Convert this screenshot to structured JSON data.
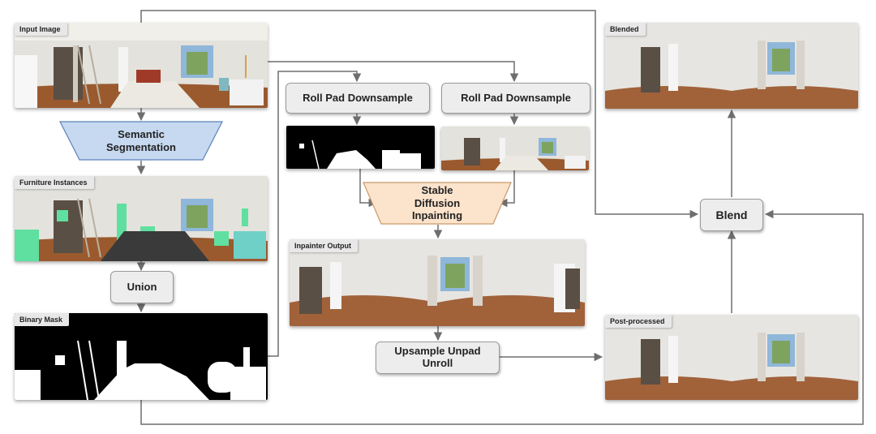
{
  "labels": {
    "input_image": "Input Image",
    "furniture_instances": "Furniture Instances",
    "binary_mask": "Binary Mask",
    "inpainter_output": "Inpainter Output",
    "blended": "Blended",
    "post_processed": "Post-processed"
  },
  "nodes": {
    "semantic_segmentation": [
      "Semantic",
      "Segmentation"
    ],
    "union": "Union",
    "roll_pad_left": "Roll Pad Downsample",
    "roll_pad_right": "Roll Pad Downsample",
    "stable_diffusion": [
      "Stable",
      "Diffusion",
      "Inpainting"
    ],
    "upsample": [
      "Upsample Unpad",
      "Unroll"
    ],
    "blend": "Blend"
  },
  "colors": {
    "segmentation_fill": "#c6d9f1",
    "segmentation_stroke": "#5b82b8",
    "inpainting_fill": "#fbe3cc",
    "inpainting_stroke": "#c99a6a",
    "node_fill": "#ededed",
    "wire": "#6e6e6e",
    "instance_highlight": "#5fe0a0",
    "instance_dark": "#3a3a3a"
  }
}
